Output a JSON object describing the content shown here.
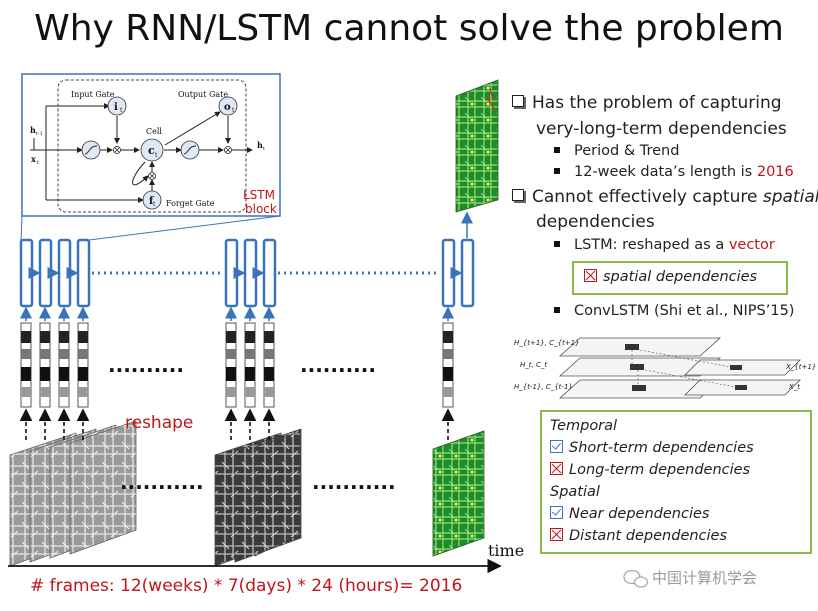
{
  "title": "Why RNN/LSTM cannot solve the problem",
  "lstm_cell": {
    "input_gate": "Input Gate",
    "output_gate": "Output Gate",
    "cell": "Cell",
    "forget_gate": "Forget Gate",
    "h_prev": "h",
    "h_prev_sub": "t-1",
    "x": "x",
    "x_sub": "t",
    "h_out": "h",
    "h_out_sub": "t",
    "i": "i",
    "o": "o",
    "c": "c",
    "f": "f",
    "gate_sub": "t",
    "block_label_1": "LSTM",
    "block_label_2": "block"
  },
  "reshape_label": "reshape",
  "time_label": "time",
  "frames_caption": "# frames: 12(weeks) * 7(days) * 24 (hours)= 2016",
  "watermark": "中国计算机学会",
  "bullets": {
    "b1_line1": "Has the problem of capturing",
    "b1_line2": "very-long-term dependencies",
    "sub1": "Period & Trend",
    "sub2_prefix": "12-week data’s length is ",
    "sub2_value": "2016",
    "b2_line1_a": "Cannot effectively capture ",
    "b2_line1_b": "spatial",
    "b2_line2": "dependencies",
    "sub3_prefix": "LSTM: reshaped as a ",
    "sub3_value": "vector",
    "spatial_box": "spatial dependencies",
    "sub4": "ConvLSTM (Shi et al.,  NIPS’15)"
  },
  "convlstm_labels": {
    "l_top": "H_{t+1}, C_{t+1}",
    "l_mid": "H_t, C_t",
    "l_bot": "H_{t-1}, C_{t-1}",
    "r_top": "X_{t+1}",
    "r_bot": "X_t"
  },
  "summary": {
    "temporal": "Temporal",
    "short_term": "Short-term dependencies",
    "long_term": "Long-term dependencies",
    "spatial": "Spatial",
    "near": "Near dependencies",
    "distant": "Distant dependencies"
  },
  "colors": {
    "lstm_blue": "#3b73b9",
    "red_text": "#c0141b",
    "green_border": "#8db84a",
    "heatmap_green": "#1f8a2a"
  }
}
